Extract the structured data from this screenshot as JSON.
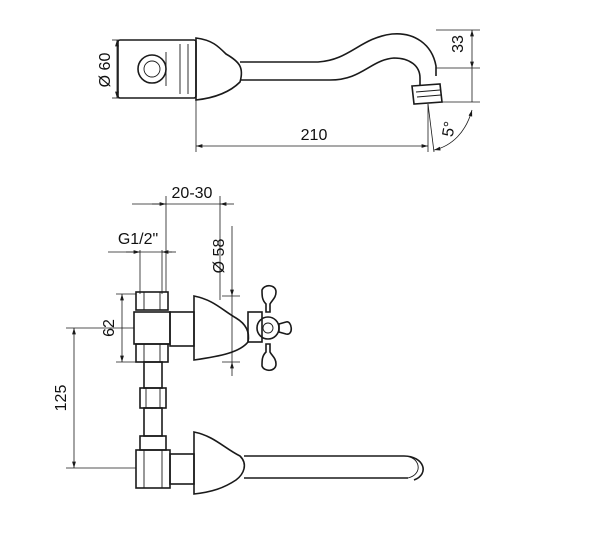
{
  "dimensions": {
    "top_view": {
      "diameter": "Ø 60",
      "height": "33",
      "length": "210",
      "angle": "5°"
    },
    "front_view": {
      "depth": "20-30",
      "thread": "G1/2\"",
      "diameter": "Ø 58",
      "height": "62",
      "spacing": "125"
    }
  }
}
